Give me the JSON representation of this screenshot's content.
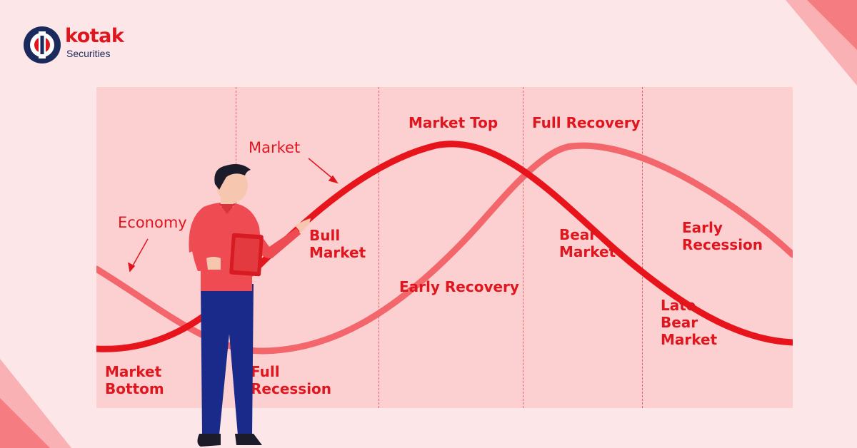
{
  "brand": {
    "name": "kotak",
    "sub": "Securities",
    "colors": {
      "red": "#e0161e",
      "navy": "#1a2a5c"
    }
  },
  "callouts": {
    "market": "Market",
    "economy": "Economy"
  },
  "phases": {
    "market_bottom": [
      "Market",
      "Bottom"
    ],
    "full_recession": [
      "Full",
      "Recession"
    ],
    "bull_market": [
      "Bull",
      "Market"
    ],
    "early_recovery": [
      "Early Recovery"
    ],
    "market_top": [
      "Market Top"
    ],
    "full_recovery": [
      "Full Recovery"
    ],
    "bear_market": [
      "Bear",
      "Market"
    ],
    "early_recession": [
      "Early",
      "Recession"
    ],
    "late_bear_market": [
      "Late",
      "Bear",
      "Market"
    ]
  },
  "colors": {
    "background": "#fde6e7",
    "panel": "#fccfd1",
    "market_curve": "#e8141c",
    "economy_curve": "#f2666c",
    "divider": "#e36166"
  }
}
